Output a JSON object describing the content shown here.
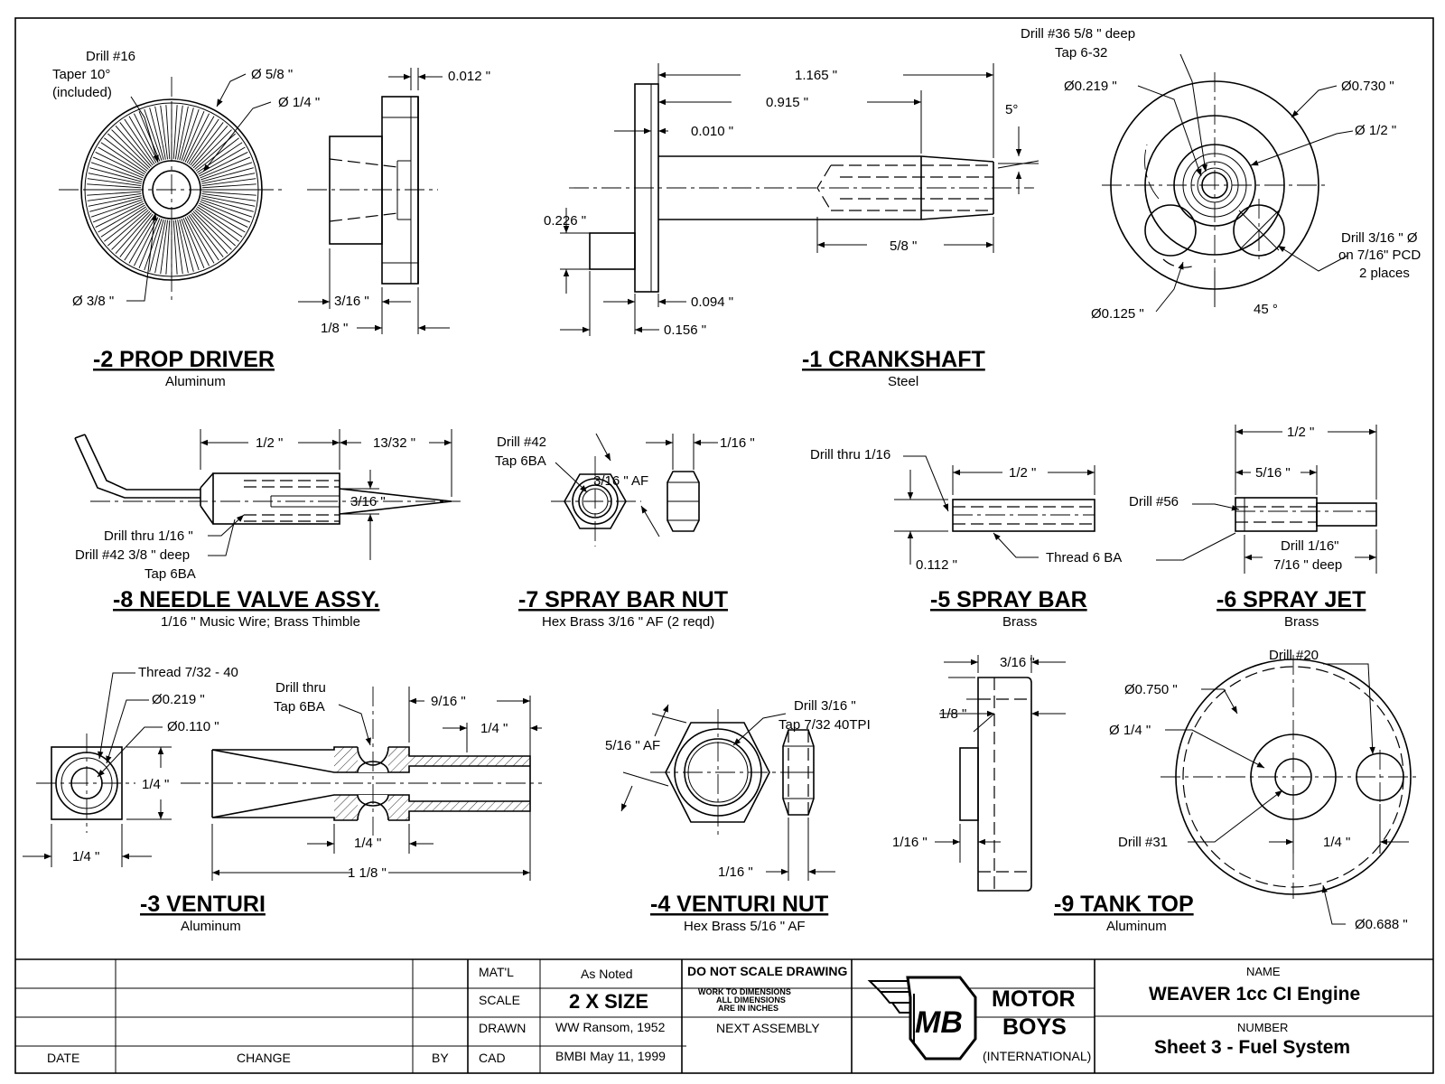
{
  "parts": {
    "prop_driver": {
      "title": "-2  PROP DRIVER",
      "material": "Aluminum",
      "labels": [
        "Drill #16",
        "Taper 10°",
        "(included)",
        "Ø 5/8 \"",
        "Ø 1/4 \"",
        "Ø 3/8 \"",
        "0.012 \"",
        "3/16 \"",
        "1/8 \""
      ]
    },
    "crankshaft": {
      "title": "-1  CRANKSHAFT",
      "material": "Steel",
      "labels": [
        "1.165 \"",
        "0.915 \"",
        "0.010 \"",
        "5°",
        "0.226 \"",
        "5/8 \"",
        "0.094 \"",
        "0.156 \"",
        "Drill #36 5/8 \" deep",
        "Tap 6-32",
        "Ø0.219 \"",
        "Ø0.730 \"",
        "Ø 1/2 \"",
        "Drill 3/16 \" Ø",
        "on 7/16\" PCD",
        "2 places",
        "Ø0.125 \"",
        "45 °"
      ]
    },
    "needle_valve": {
      "title": "-8  NEEDLE VALVE ASSY.",
      "material": "1/16 \" Music Wire; Brass Thimble",
      "labels": [
        "1/2 \"",
        "13/32 \"",
        "3/16 \"",
        "Drill thru 1/16 \"",
        "Drill #42 3/8 \" deep",
        "Tap 6BA"
      ]
    },
    "spray_bar_nut": {
      "title": "-7  SPRAY BAR NUT",
      "material": "Hex Brass 3/16 \" AF (2 reqd)",
      "labels": [
        "Drill #42",
        "Tap 6BA",
        "3/16 \" AF",
        "1/16 \""
      ]
    },
    "spray_bar": {
      "title": "-5  SPRAY BAR",
      "material": "Brass",
      "labels": [
        "Drill thru 1/16",
        "1/2 \"",
        "0.112 \"",
        "Thread 6 BA"
      ]
    },
    "spray_jet": {
      "title": "-6  SPRAY JET",
      "material": "Brass",
      "labels": [
        "1/2 \"",
        "5/16 \"",
        "Drill #56",
        "Drill 1/16\"",
        "7/16 \" deep"
      ]
    },
    "venturi": {
      "title": "-3  VENTURI",
      "material": "Aluminum",
      "labels": [
        "Thread 7/32 - 40",
        "Ø0.219 \"",
        "Ø0.110 \"",
        "1/4 \"",
        "1/4 \"",
        "Drill thru",
        "Tap 6BA",
        "9/16 \"",
        "1/4 \"",
        "1/4 \"",
        "1 1/8 \""
      ]
    },
    "venturi_nut": {
      "title": "-4  VENTURI NUT",
      "material": "Hex Brass 5/16 \" AF",
      "labels": [
        "5/16 \" AF",
        "Drill 3/16 \"",
        "Tap 7/32 40TPI",
        "1/16 \""
      ]
    },
    "tank_top": {
      "title": "-9  TANK TOP",
      "material": "Aluminum",
      "labels": [
        "3/16 \"",
        "1/8 \"",
        "1/16 \"",
        "Drill #20",
        "Ø0.750 \"",
        "Ø 1/4 \"",
        "Drill #31",
        "1/4 \"",
        "Ø0.688 \""
      ]
    }
  },
  "title_block": {
    "revision_headers": {
      "date": "DATE",
      "change": "CHANGE",
      "by": "BY"
    },
    "fields": {
      "matl_label": "MAT'L",
      "matl_value": "As Noted",
      "scale_label": "SCALE",
      "scale_value": "2 X SIZE",
      "drawn_label": "DRAWN",
      "drawn_value": "WW Ransom, 1952",
      "cad_label": "CAD",
      "cad_value": "BMBI May 11, 1999"
    },
    "notes": {
      "no_scale": "DO NOT SCALE DRAWING",
      "work_to_1": "WORK TO DIMENSIONS",
      "work_to_2": "ALL DIMENSIONS",
      "work_to_3": "ARE IN INCHES",
      "next_assembly": "NEXT ASSEMBLY"
    },
    "company": {
      "logo_letters": "MB",
      "line1": "MOTOR",
      "line2": "BOYS",
      "line3": "(INTERNATIONAL)"
    },
    "name_label": "NAME",
    "name_value": "WEAVER 1cc CI Engine",
    "number_label": "NUMBER",
    "number_value": "Sheet 3 - Fuel System"
  }
}
